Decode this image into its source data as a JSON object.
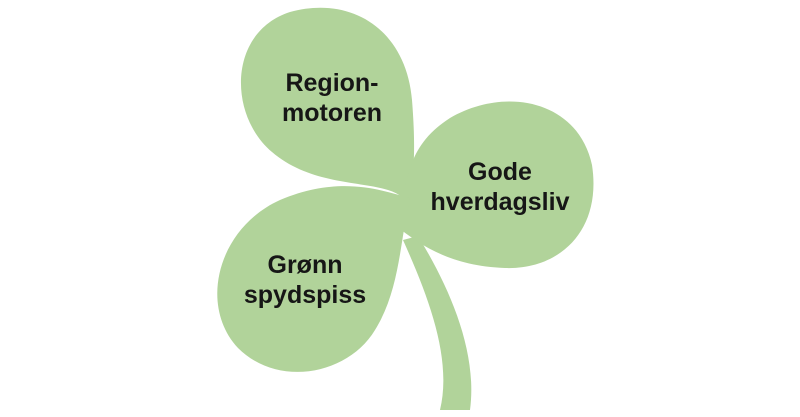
{
  "colors": {
    "leaf": "#b1d39a",
    "text": "#161616",
    "background": "#ffffff"
  },
  "leaves": {
    "top": {
      "line1": "Region-",
      "line2": "motoren"
    },
    "right": {
      "line1": "Gode",
      "line2": "hverdagsliv"
    },
    "left": {
      "line1": "Grønn",
      "line2": "spydspiss"
    }
  }
}
